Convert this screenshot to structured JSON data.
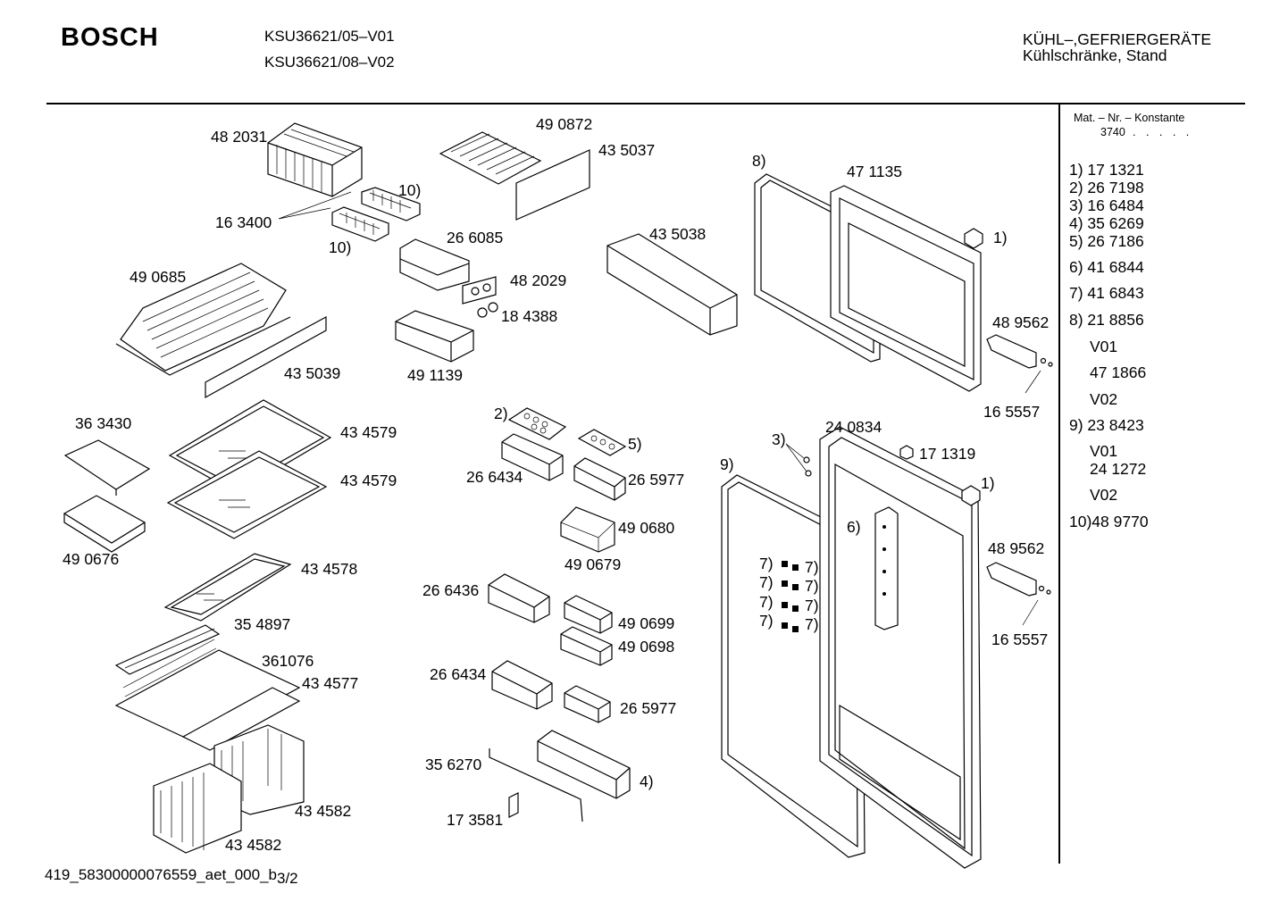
{
  "header": {
    "brand": "BOSCH",
    "model_1": "KSU36621/05–V01",
    "model_2": "KSU36621/08–V02",
    "category_1": "KÜHL–,GEFRIERGERÄTE",
    "category_2": "Kühlschränke, Stand"
  },
  "sidebar": {
    "mat_title": "Mat. – Nr. – Konstante",
    "mat_value": "3740",
    "mat_dots": ". . . . .",
    "items": [
      {
        "text": "1) 17 1321"
      },
      {
        "text": "2) 26 7198"
      },
      {
        "text": "3) 16 6484"
      },
      {
        "text": "4) 35 6269"
      },
      {
        "text": "5) 26 7186"
      },
      {
        "text": "6) 41 6844"
      },
      {
        "text": "7) 41 6843"
      },
      {
        "text": "8) 21 8856"
      },
      {
        "text": "V01"
      },
      {
        "text": "47 1866"
      },
      {
        "text": "V02"
      },
      {
        "text": "9) 23 8423"
      },
      {
        "text": "V01"
      },
      {
        "text": "24 1272"
      },
      {
        "text": "V02"
      },
      {
        "text": "10)48 9770"
      }
    ]
  },
  "labels": {
    "p482031": "48 2031",
    "p490872": "49 0872",
    "p435037": "43 5037",
    "p163400": "16 3400",
    "c10a": "10)",
    "c10b": "10)",
    "p266085": "26 6085",
    "p435038": "43 5038",
    "p490685": "49 0685",
    "p482029": "48 2029",
    "p184388": "18 4388",
    "p435039": "43 5039",
    "p491139": "49 1139",
    "p363430": "36 3430",
    "p434579a": "43 4579",
    "p434579b": "43 4579",
    "p490676": "49 0676",
    "p434578": "43 4578",
    "p354897": "35 4897",
    "p361076": "361076",
    "p434577": "43 4577",
    "p434582a": "43 4582",
    "p434582b": "43 4582",
    "c2": "2)",
    "c5": "5)",
    "p266434a": "26 6434",
    "p265977a": "26 5977",
    "p490680": "49 0680",
    "p490679": "49 0679",
    "p266436": "26 6436",
    "p490699": "49 0699",
    "p490698": "49 0698",
    "p266434b": "26 6434",
    "p265977b": "26 5977",
    "p356270": "35 6270",
    "c4": "4)",
    "p173581": "17 3581",
    "c8": "8)",
    "p471135": "47 1135",
    "c1a": "1)",
    "p489562a": "48 9562",
    "p165557a": "16 5557",
    "p240834": "24 0834",
    "c3": "3)",
    "p171319": "17 1319",
    "c9": "9)",
    "c1b": "1)",
    "c6": "6)",
    "p489562b": "48 9562",
    "p165557b": "16 5557",
    "c7": "7)"
  },
  "footer": {
    "code": "419_58300000076559_aet_000_b",
    "page": "3/2"
  }
}
